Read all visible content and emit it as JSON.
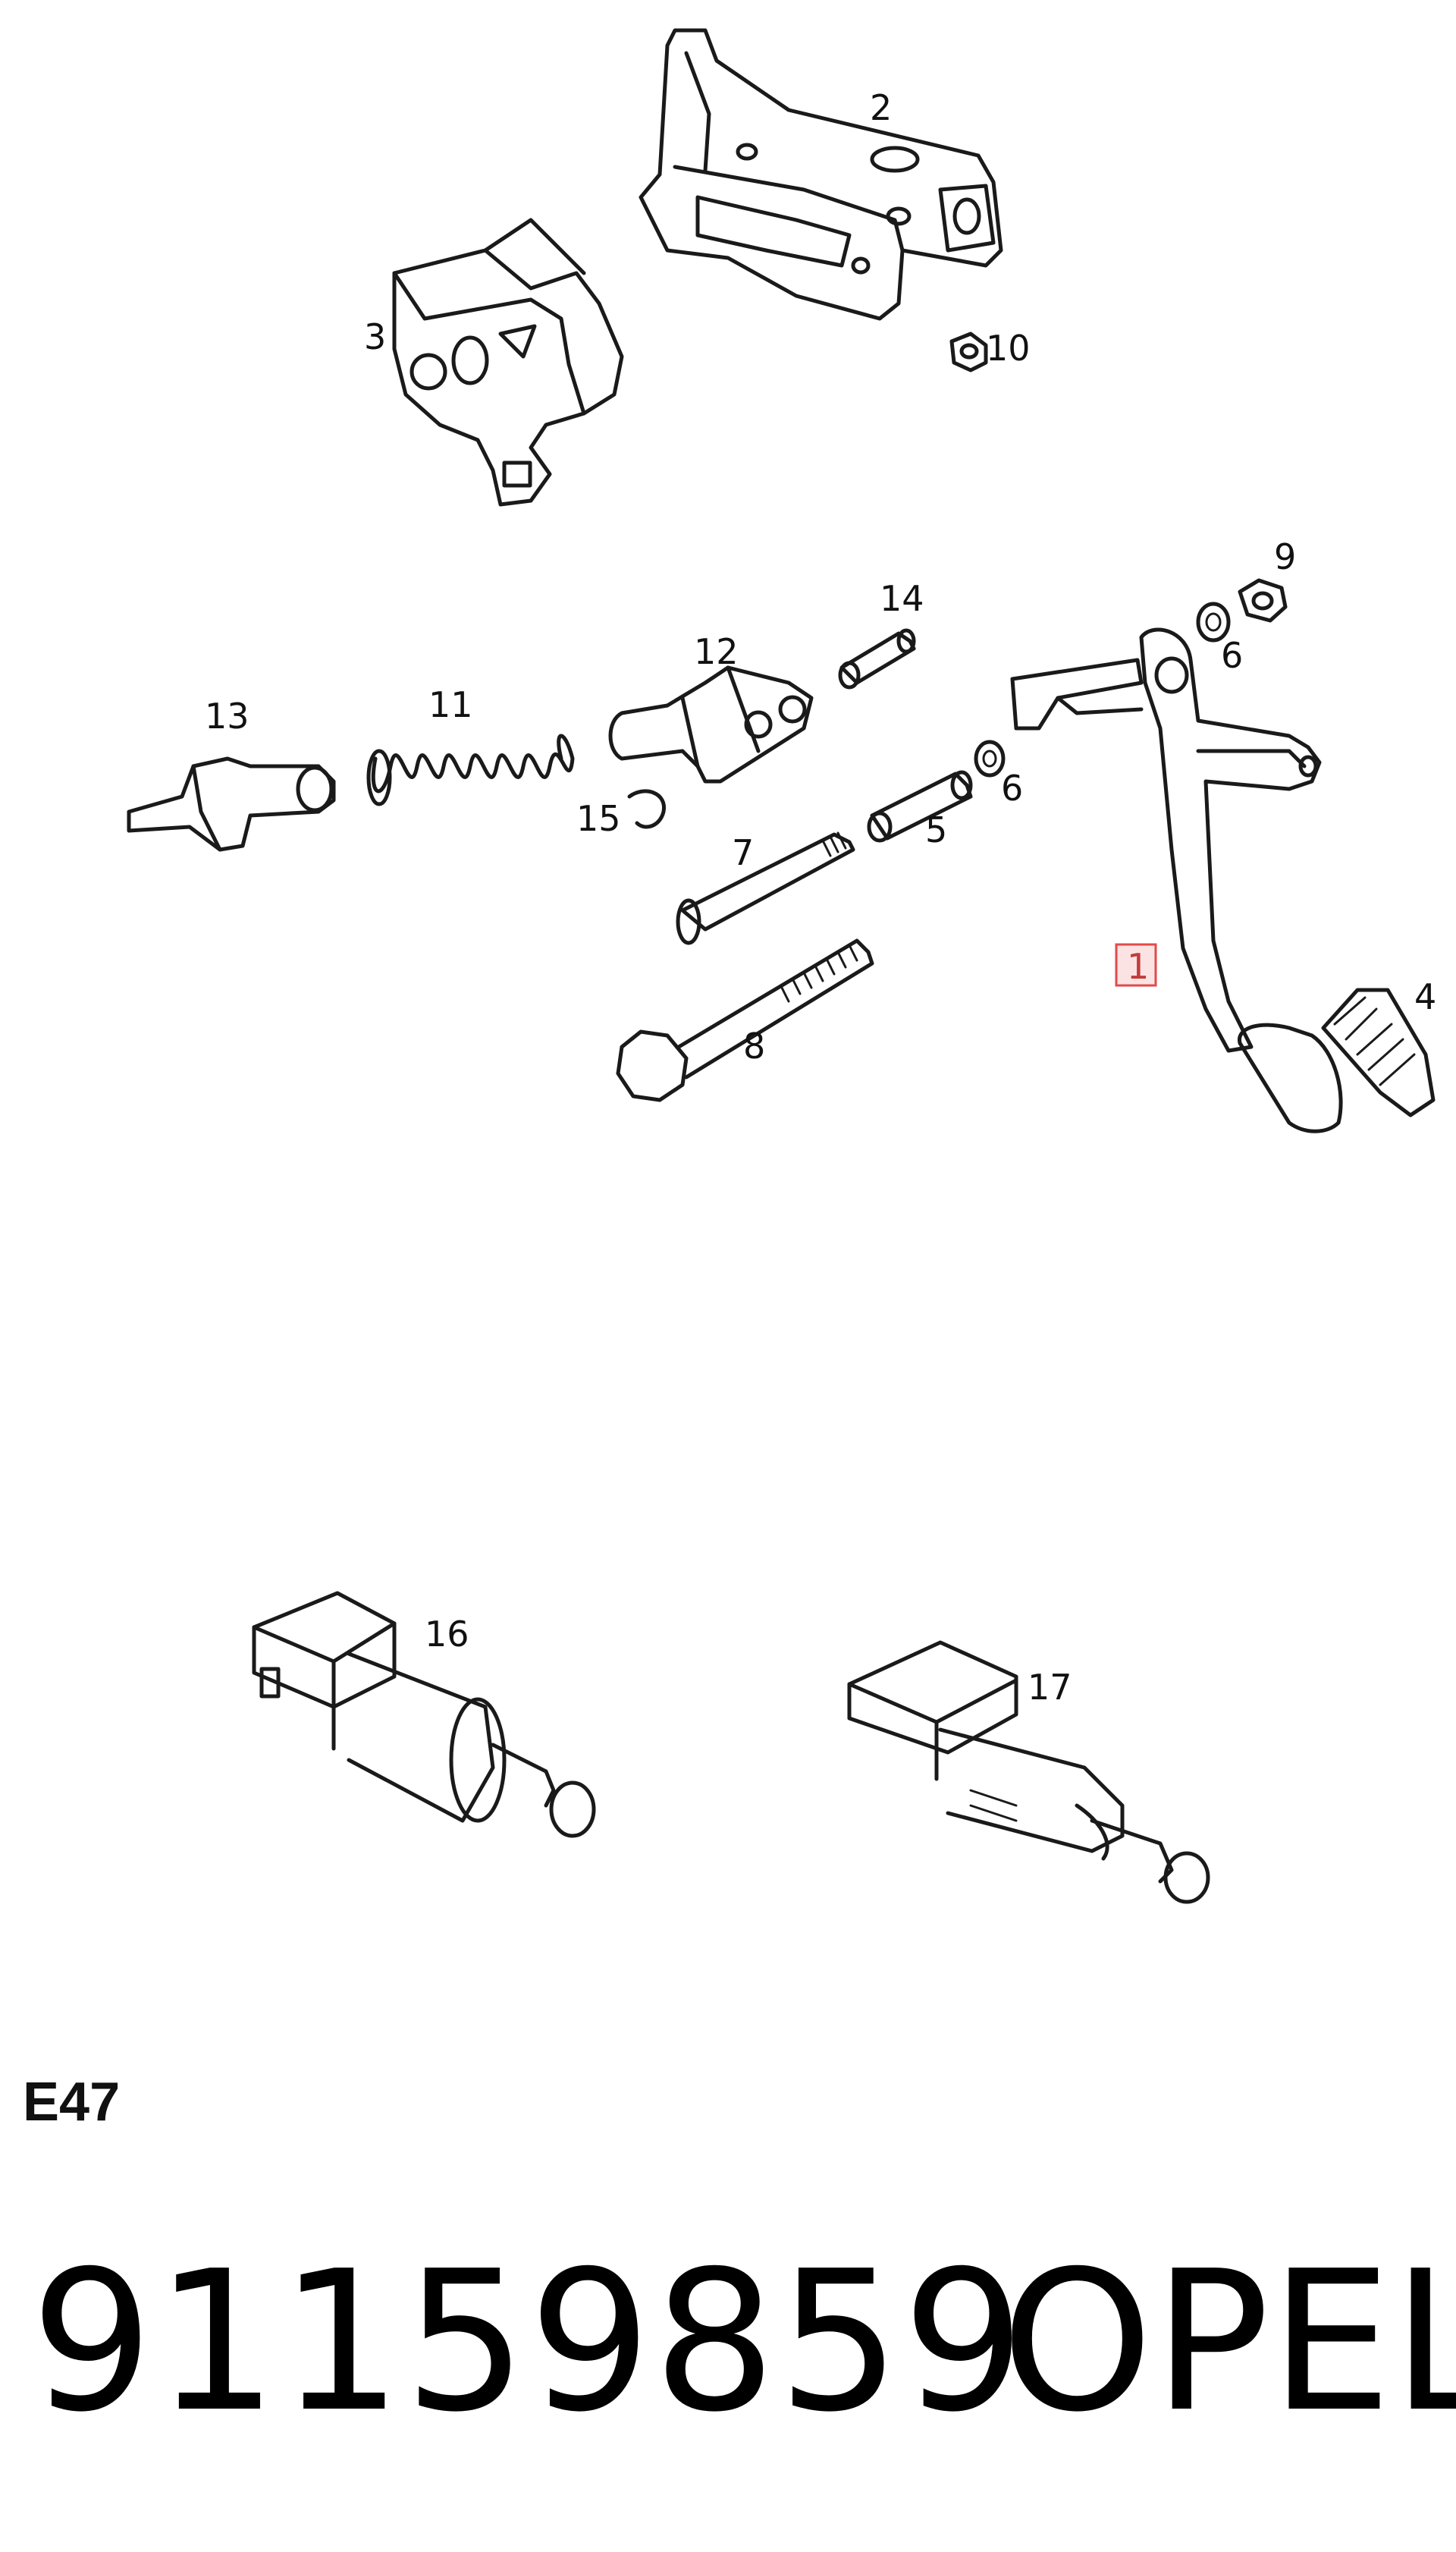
{
  "callouts": {
    "c1": "1",
    "c2": "2",
    "c3": "3",
    "c4": "4",
    "c5": "5",
    "c6a": "6",
    "c6b": "6",
    "c7": "7",
    "c8": "8",
    "c9": "9",
    "c10": "10",
    "c11": "11",
    "c12": "12",
    "c13": "13",
    "c14": "14",
    "c15": "15",
    "c16": "16",
    "c17": "17"
  },
  "highlighted_part": "1",
  "highlight_color": "#e24a4a",
  "diagram_code": "E47",
  "part_number": "91159859",
  "brand": "OPEL"
}
